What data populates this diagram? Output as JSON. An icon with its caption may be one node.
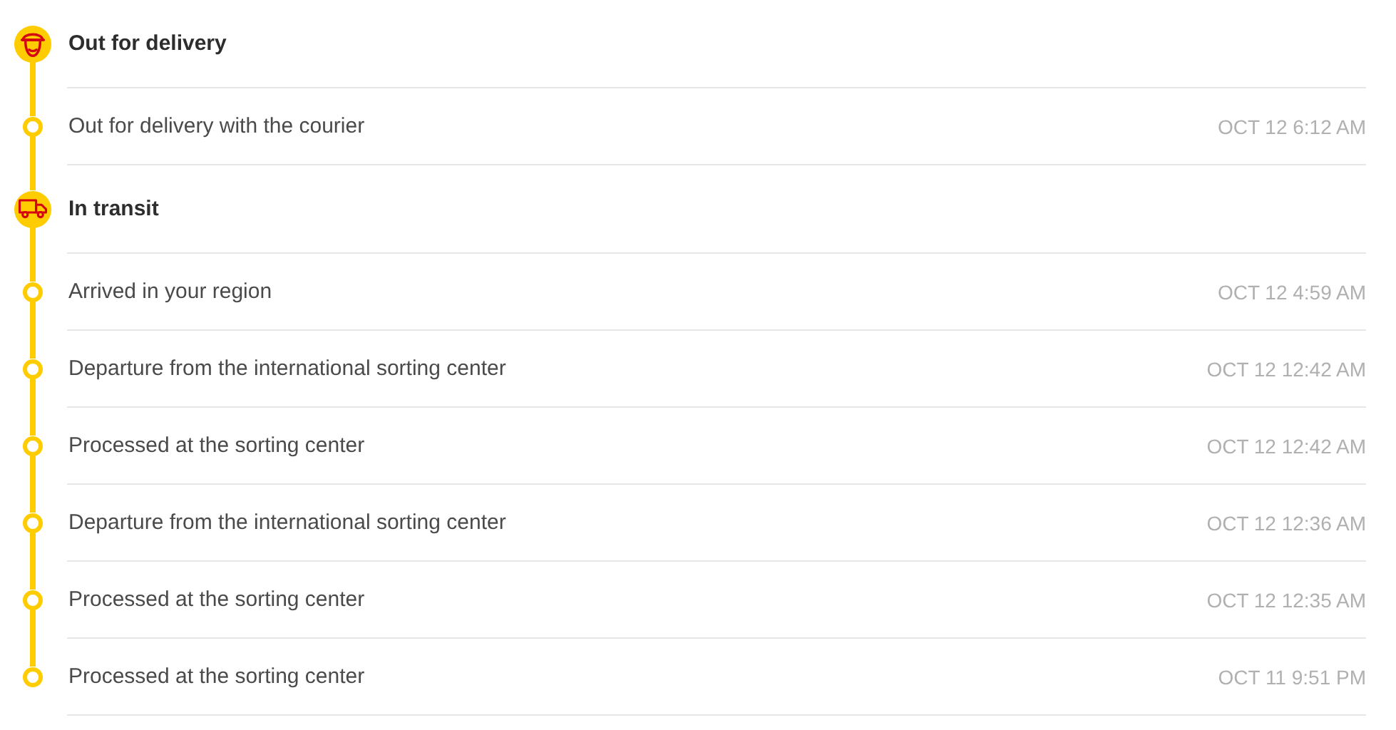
{
  "diagram": {
    "nodes": [
      {
        "text": [],
        "shape": "circle",
        "beside": [
          "Out for delivery"
        ]
      },
      {
        "text": [],
        "shape": "circle",
        "beside": [
          "Out for delivery with the courier"
        ]
      },
      {
        "text": [],
        "shape": "circle",
        "beside": [
          "In transit"
        ]
      },
      {
        "text": [],
        "shape": "circle",
        "beside": [
          "Arrived in your region"
        ]
      },
      {
        "text": [],
        "shape": "circle",
        "beside": [
          "Departure from the international sorting center"
        ]
      },
      {
        "text": [],
        "shape": "circle",
        "beside": [
          "Processed at the sorting center"
        ]
      },
      {
        "text": [],
        "shape": "circle",
        "beside": [
          "Departure from the international sorting center"
        ]
      },
      {
        "text": [],
        "shape": "circle",
        "beside": [
          "Processed at the sorting center"
        ]
      },
      {
        "text": [],
        "shape": "circle",
        "beside": [
          "Processed at the sorting center"
        ]
      }
    ],
    "edges": [
      {
        "from": 0,
        "to": 1,
        "arrow": "none"
      },
      {
        "from": 1,
        "to": 2,
        "arrow": "none"
      },
      {
        "from": 2,
        "to": 3,
        "arrow": "none"
      },
      {
        "from": 3,
        "to": 4,
        "arrow": "none"
      },
      {
        "from": 4,
        "to": 5,
        "arrow": "none"
      },
      {
        "from": 5,
        "to": 6,
        "arrow": "none"
      },
      {
        "from": 6,
        "to": 7,
        "arrow": "none"
      },
      {
        "from": 7,
        "to": 8,
        "arrow": "none"
      }
    ],
    "labels": [
      "OCT 12 6:12 AM",
      "OCT 12 4:59 AM",
      "OCT 12 12:42 AM",
      "OCT 12 12:42 AM",
      "OCT 12 12:36 AM",
      "OCT 12 12:35 AM",
      "OCT 11 9:51 PM"
    ]
  }
}
